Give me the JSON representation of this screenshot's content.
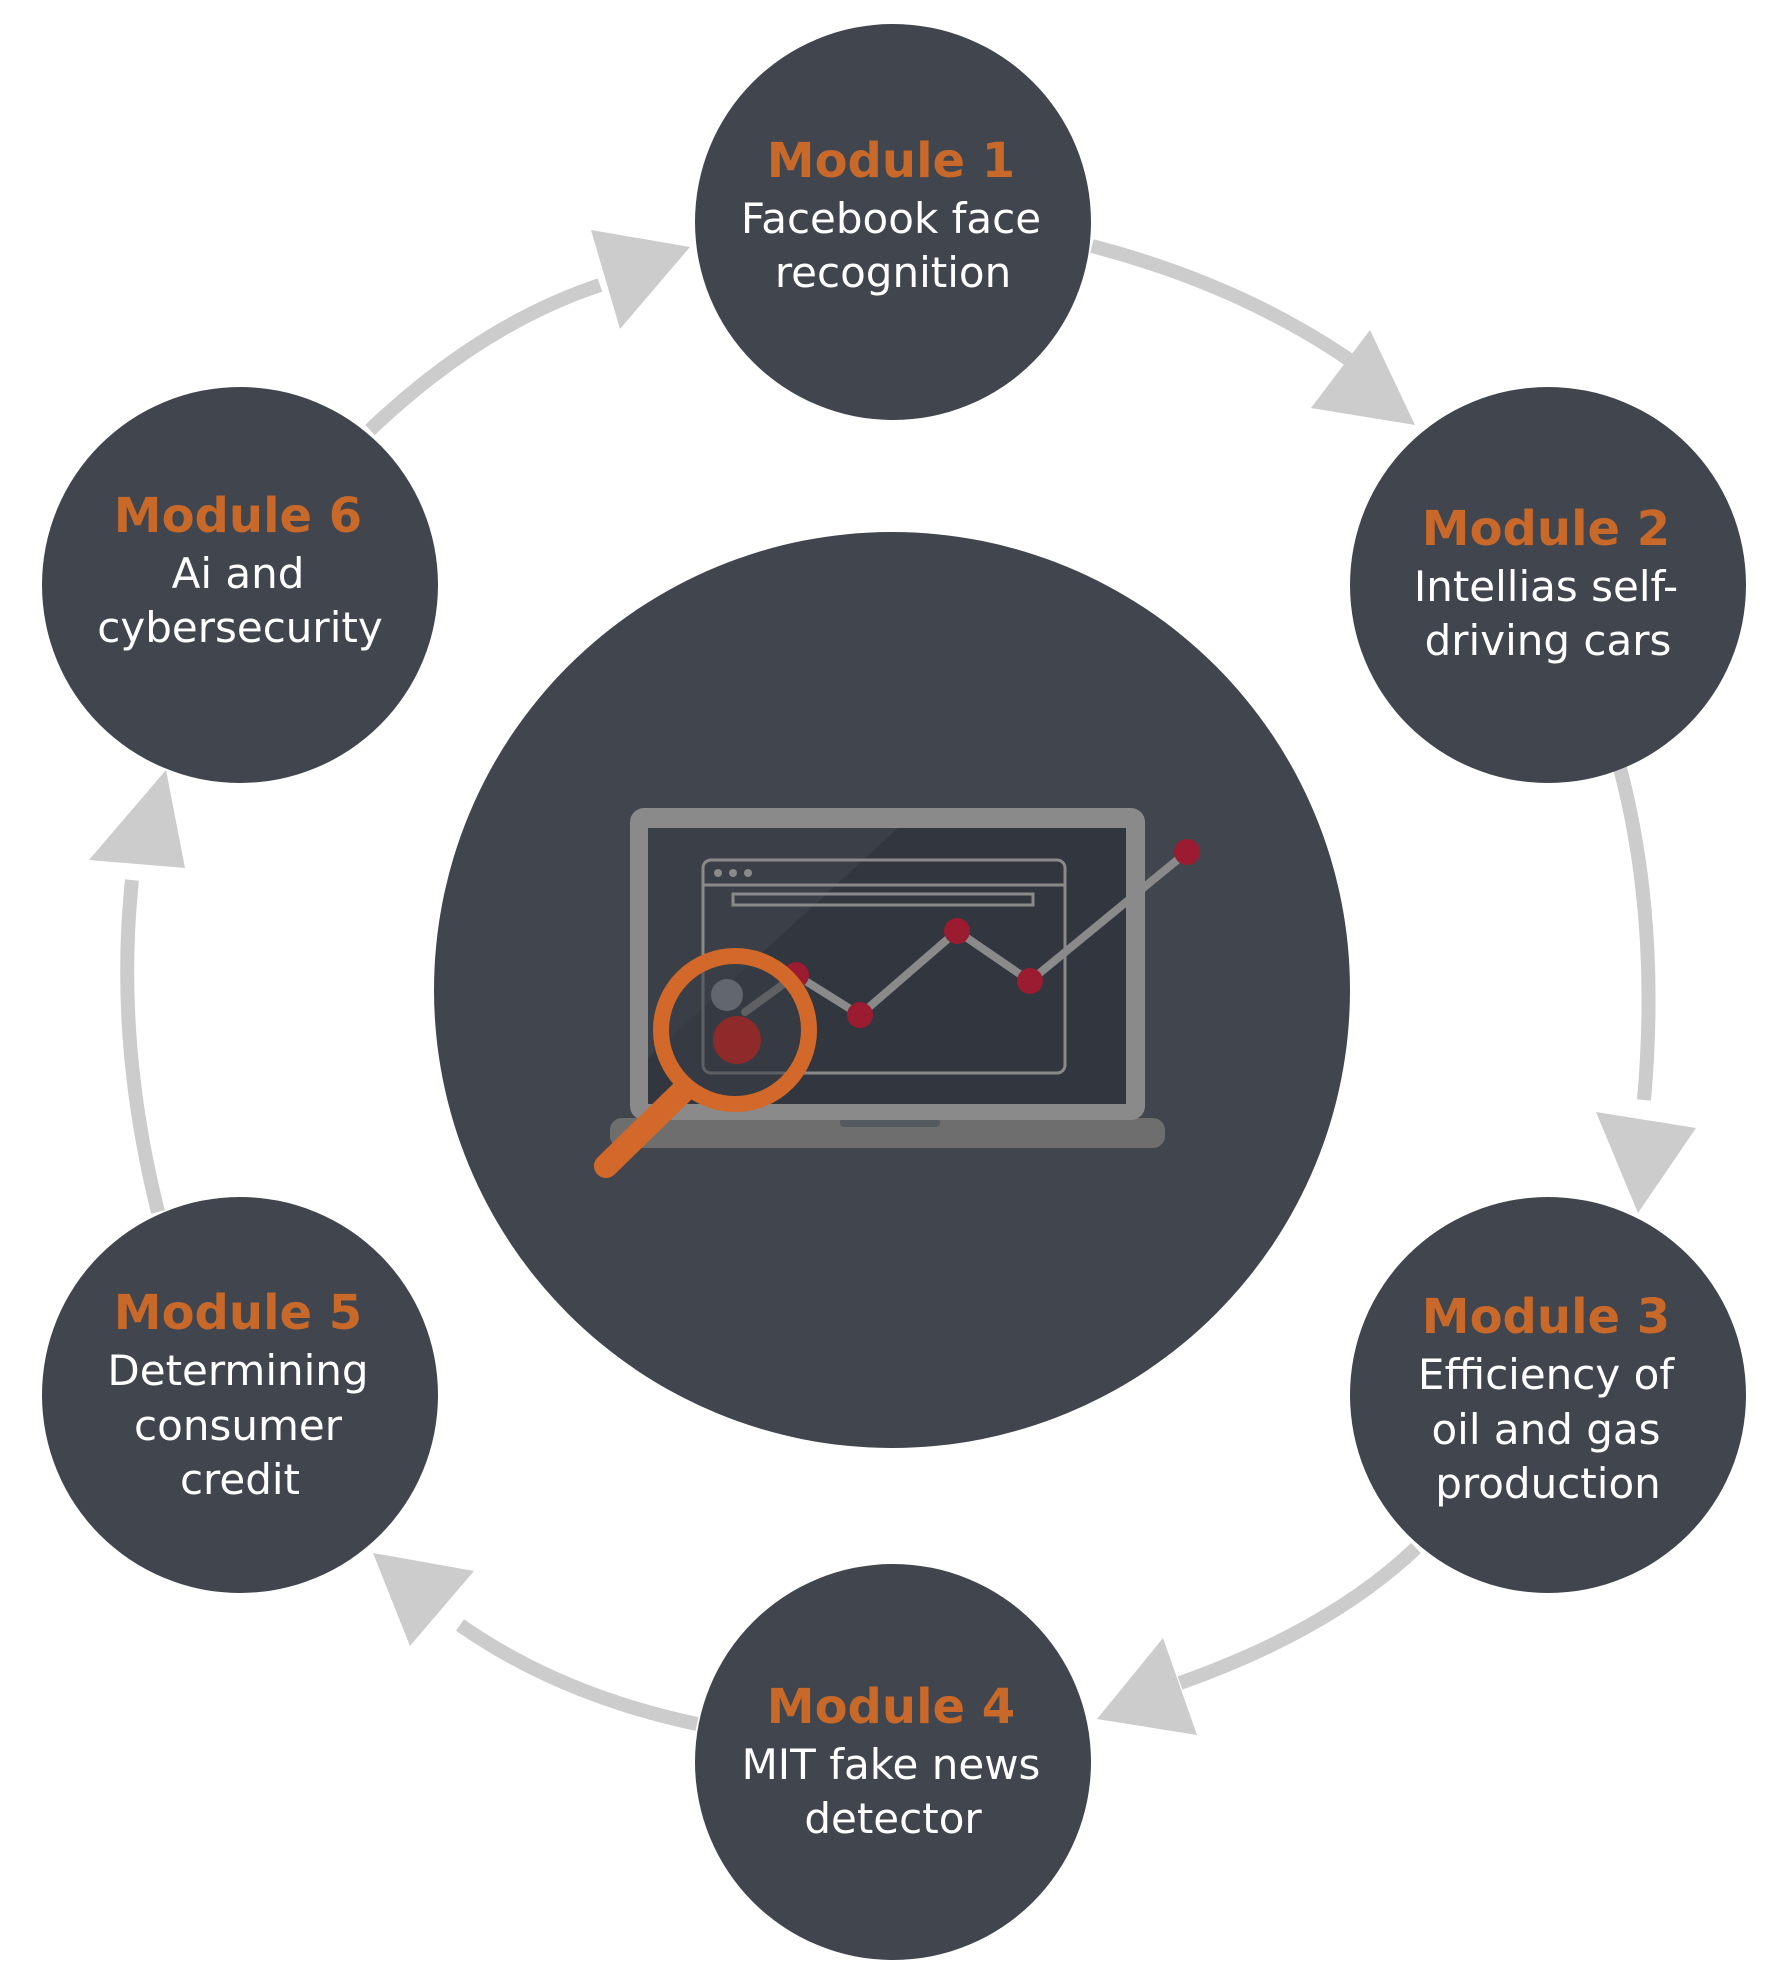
{
  "colors": {
    "background": "#ffffff",
    "node_fill": "#40454e",
    "title_orange": "#c8692a",
    "desc_white": "#ffffff",
    "arrow_gray": "#cccccc",
    "laptop_frame": "#8a8a8a",
    "laptop_base": "#6e6e6e",
    "screen_dark": "#32363f",
    "chart_line": "#8a8a8a",
    "chart_point": "#9b1b30",
    "magnifier": "#d2692a"
  },
  "central": {
    "icon": "laptop-analytics-magnifier-icon"
  },
  "modules": [
    {
      "title": "Module 1",
      "desc": [
        "Facebook face",
        "recognition"
      ]
    },
    {
      "title": "Module 2",
      "desc": [
        "Intellias self-",
        "driving cars"
      ]
    },
    {
      "title": "Module 3",
      "desc": [
        "Efficiency of",
        "oil and gas",
        "production"
      ]
    },
    {
      "title": "Module 4",
      "desc": [
        "MIT fake news",
        "detector"
      ]
    },
    {
      "title": "Module 5",
      "desc": [
        "Determining",
        "consumer",
        "credit"
      ]
    },
    {
      "title": "Module 6",
      "desc": [
        "Ai and",
        "cybersecurity"
      ]
    }
  ]
}
